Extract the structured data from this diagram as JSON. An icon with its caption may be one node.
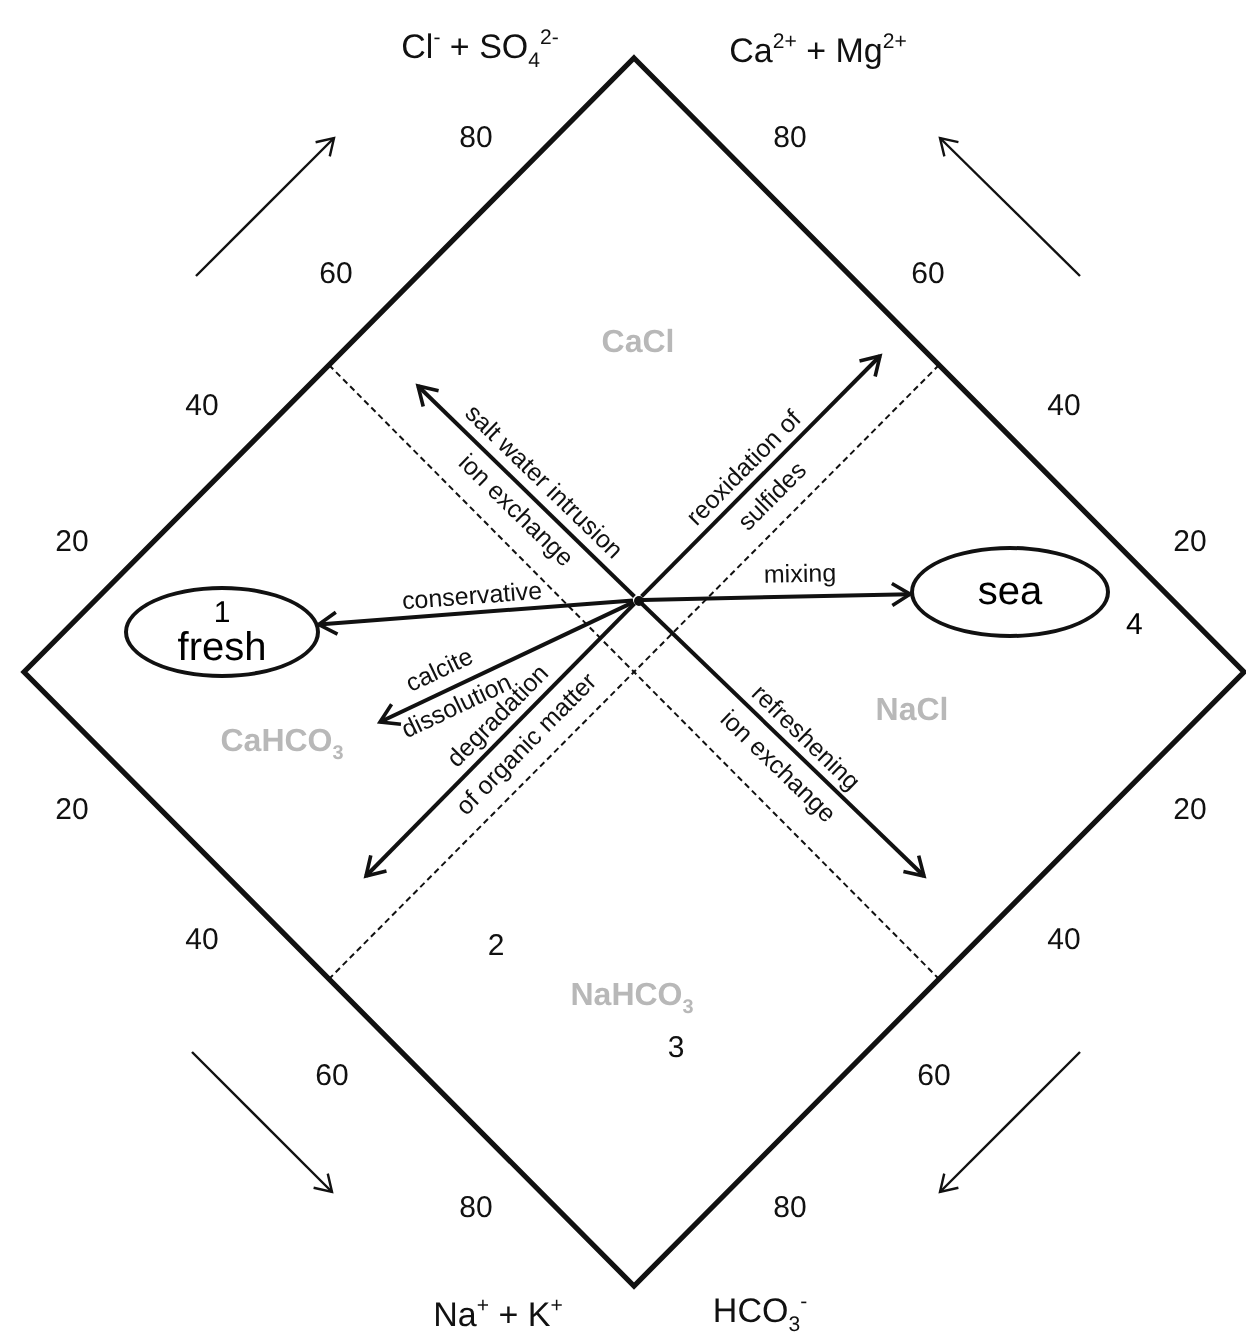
{
  "diagram": {
    "nodes": [
      {
        "text": [
          "1",
          "fresh"
        ]
      },
      {
        "text": [
          "sea"
        ],
        "beside": [
          "4"
        ]
      },
      {
        "text": [],
        "shape": "circle"
      }
    ],
    "edges": [
      {
        "from": 2,
        "to": null,
        "arrow": "to",
        "label": "salt water intrusion ion exchange"
      },
      {
        "from": 2,
        "to": null,
        "arrow": "to",
        "label": "reoxidation of sulfides"
      },
      {
        "from": 2,
        "to": 1,
        "arrow": "to",
        "label": "mixing"
      },
      {
        "from": 2,
        "to": 0,
        "arrow": "to",
        "label": "conservative"
      },
      {
        "from": 2,
        "to": null,
        "arrow": "to",
        "label": "calcite dissolution"
      },
      {
        "from": 2,
        "to": null,
        "arrow": "to",
        "label": "degradation of organic matter"
      },
      {
        "from": 2,
        "to": null,
        "arrow": "to",
        "label": "refreshening ion exchange"
      }
    ],
    "labels": [
      "Cl$^{-}$ + SO$_{4}$$^{2-}$",
      "Ca$^{2+}$ + Mg$^{2+}$",
      "80",
      "80",
      "60",
      "60",
      "CaCl",
      "40",
      "40",
      "20",
      "20",
      "CaHCO$_{3}$",
      "NaCl",
      "20",
      "20",
      "40",
      "2",
      "40",
      "NaHCO$_{3}$",
      "3",
      "60",
      "60",
      "80",
      "80",
      "Na$^{+}$ + K$^{+}$",
      "HCO$_{3}$$^{-}$"
    ]
  }
}
